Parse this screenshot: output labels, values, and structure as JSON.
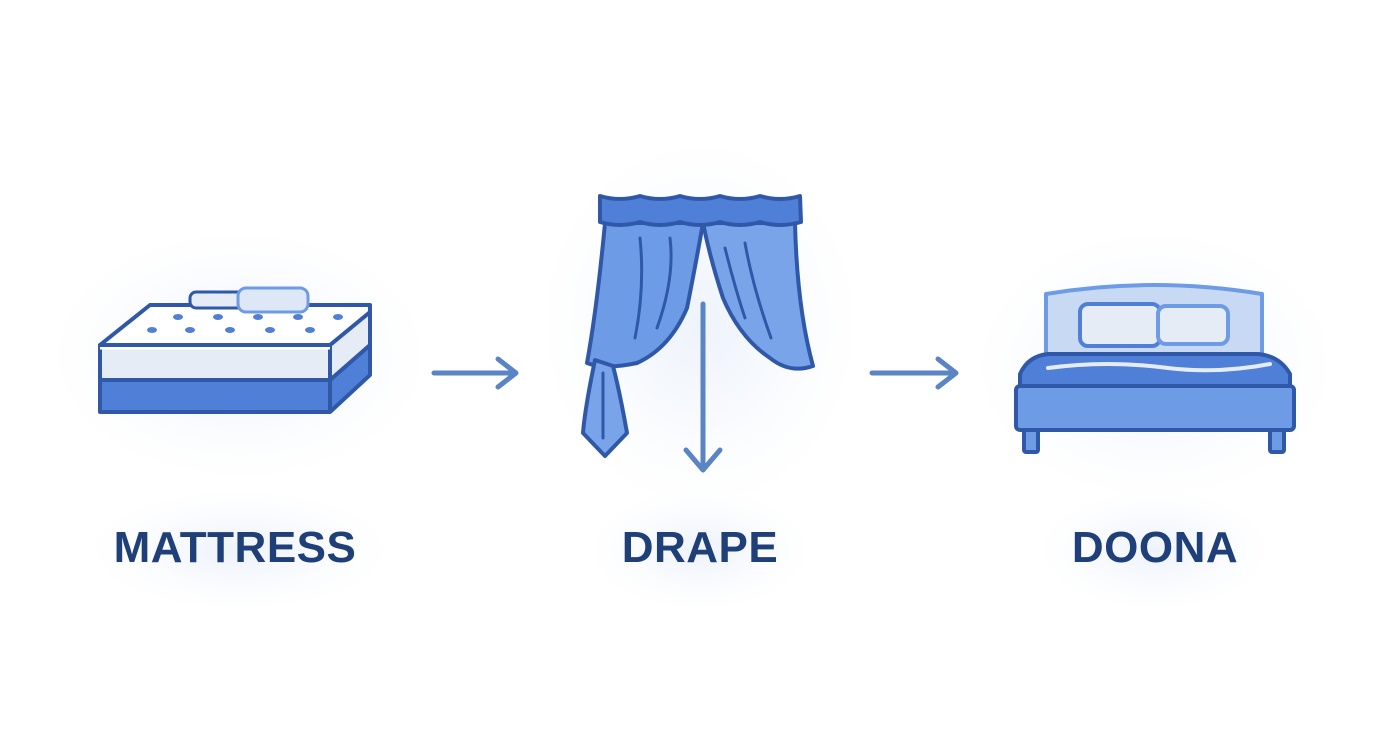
{
  "steps": [
    {
      "label": "MATTRESS",
      "icon": "mattress-icon"
    },
    {
      "label": "DRAPE",
      "icon": "drape-icon"
    },
    {
      "label": "DOONA",
      "icon": "bed-with-doona-icon"
    }
  ],
  "connectors": [
    "arrow-right-icon",
    "arrow-down-icon",
    "arrow-right-icon"
  ],
  "colors": {
    "outline": "#2f59a8",
    "fill_dark": "#4f7fd6",
    "fill_mid": "#6e9be6",
    "fill_light": "#9cbcf0",
    "fill_pale": "#e6ecf6",
    "arrow": "#5b84c4",
    "label": "#1f3f78"
  }
}
